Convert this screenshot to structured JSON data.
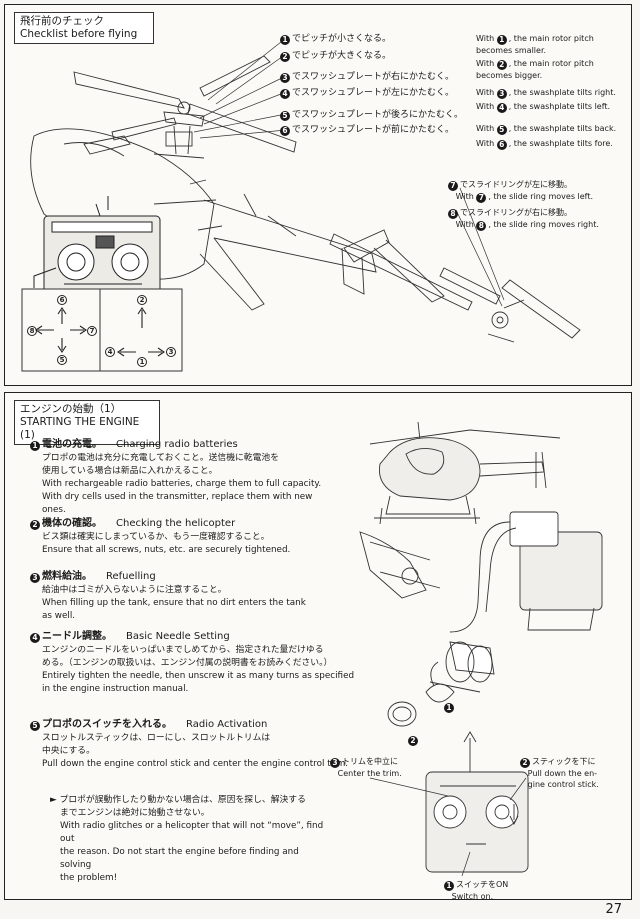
{
  "page_number": "27",
  "checklist": {
    "title_jp": "飛行前のチェック",
    "title_en": "Checklist before flying",
    "items": [
      {
        "num": "1",
        "jp": "でピッチが小さくなる。",
        "en_pre": "With",
        "en": ", the main rotor pitch",
        "en2": "becomes smaller."
      },
      {
        "num": "2",
        "jp": "でピッチが大きくなる。",
        "en_pre": "With",
        "en": ", the main rotor pitch",
        "en2": "becomes bigger."
      },
      {
        "num": "3",
        "jp": "でスワッシュプレートが右にかたむく。",
        "en_pre": "With",
        "en": ", the swashplate tilts right.",
        "en2": ""
      },
      {
        "num": "4",
        "jp": "でスワッシュプレートが左にかたむく。",
        "en_pre": "With",
        "en": ", the swashplate tilts left.",
        "en2": ""
      },
      {
        "num": "5",
        "jp": "でスワッシュプレートが後ろにかたむく。",
        "en_pre": "With",
        "en": ", the swashplate tilts back.",
        "en2": ""
      },
      {
        "num": "6",
        "jp": "でスワッシュプレートが前にかたむく。",
        "en_pre": "With",
        "en": ", the swashplate tilts fore.",
        "en2": ""
      }
    ],
    "ring_items": [
      {
        "num": "7",
        "jp": "でスライドリングが左に移動。",
        "en_pre": "With",
        "en": ", the slide ring moves left."
      },
      {
        "num": "8",
        "jp": "でスライドリングが右に移動。",
        "en_pre": "With",
        "en": ", the slide ring moves right."
      }
    ],
    "stick_labels": [
      "6",
      "2",
      "8",
      "7",
      "4",
      "1",
      "3",
      "5"
    ]
  },
  "engine": {
    "title_jp": "エンジンの始動（1）",
    "title_en": "STARTING THE ENGINE (1)",
    "steps": [
      {
        "num": "1",
        "jp": "電池の充電。",
        "en": "Charging radio batteries",
        "body_jp": [
          "プロポの電池は充分に充電しておくこと。送信機に乾電池を",
          "使用している場合は新品に入れかえること。"
        ],
        "body_en": [
          "With rechargeable radio batteries, charge them to full capacity.",
          "With dry cells used in the transmitter, replace them with new ones."
        ]
      },
      {
        "num": "2",
        "jp": "機体の確認。",
        "en": "Checking the helicopter",
        "body_jp": [
          "ビス類は確実にしまっているか、もう一度確認すること。"
        ],
        "body_en": [
          "Ensure that all screws, nuts, etc. are securely tightened."
        ]
      },
      {
        "num": "3",
        "jp": "燃料給油。",
        "en": "Refuelling",
        "body_jp": [
          "給油中はゴミが入らないように注意すること。"
        ],
        "body_en": [
          "When filling up the tank, ensure that no dirt enters the tank",
          "as well."
        ]
      },
      {
        "num": "4",
        "jp": "ニードル調整。",
        "en": "Basic Needle Setting",
        "body_jp": [
          "エンジンのニードルをいっぱいまでしめてから、指定された量だけゆる",
          "める。（エンジンの取扱いは、エンジン付属の説明書をお読みください。）"
        ],
        "body_en": [
          "Entirely tighten the needle, then unscrew it as many turns as specified",
          "in the engine instruction manual."
        ]
      },
      {
        "num": "5",
        "jp": "プロポのスイッチを入れる。",
        "en": "Radio Activation",
        "body_jp": [
          "スロットルスティックは、ローにし、スロットルトリムは",
          "中央にする。"
        ],
        "body_en": [
          "Pull down the engine control stick and center the engine control trim."
        ]
      }
    ],
    "note_jp": [
      "プロポが誤動作したり動かない場合は、原因を探し、解決する",
      "までエンジンは絶対に始動させない。"
    ],
    "note_en": [
      "With radio glitches or a helicopter that will not “move”, find out",
      "the reason. Do not start the engine before finding and solving",
      "the problem!"
    ],
    "callouts": {
      "trim_jp": "トリムを中立に",
      "trim_en": "Center the trim.",
      "trim_num": "3",
      "stick_jp": "スティックを下に",
      "stick_en1": "Pull down the en-",
      "stick_en2": "gine control stick.",
      "stick_num": "2",
      "switch_jp": "スイッチをON",
      "switch_en": "Switch on.",
      "switch_num": "1"
    },
    "needle_labels": [
      "1",
      "2"
    ]
  }
}
